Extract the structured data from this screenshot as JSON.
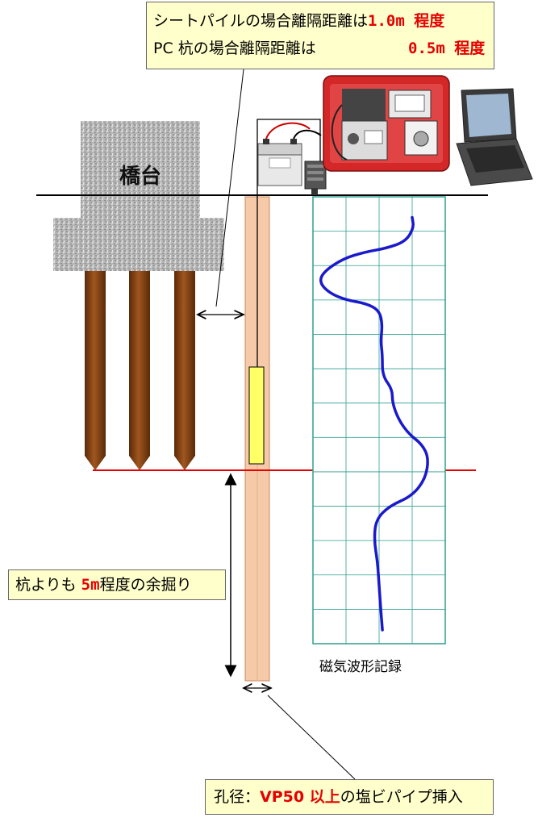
{
  "top_callout": {
    "line1_prefix": "シートパイルの場合離隔距離は",
    "line1_value": "1.0m 程度",
    "line2_prefix": "PC 杭の場合離隔距離は",
    "line2_value": "0.5m 程度"
  },
  "abutment_label": "橋台",
  "depth_callout": {
    "prefix": "杭よりも",
    "value": "5m",
    "suffix": "程度の余掘り"
  },
  "chart_caption": "磁気波形記録",
  "bottom_callout": {
    "prefix": "孔径：",
    "value": "VP50 以上",
    "suffix": "の塩ビパイプ挿入"
  },
  "colors": {
    "accent_red": "#e60000",
    "waveform_blue": "#1a1acc",
    "grid_teal": "#2e9f8f",
    "pile_brown": "#8b4513",
    "pipe_peach": "#f6c9a8",
    "sensor_yellow": "#ffff66",
    "callout_bg": "#ffffcc"
  },
  "chart_data": {
    "type": "line",
    "title": "",
    "xlabel": "",
    "ylabel": "",
    "grid": true,
    "xlim": [
      0,
      4
    ],
    "ylim": [
      0,
      13
    ],
    "grid_cols": 4,
    "grid_rows": 13,
    "series": [
      {
        "points": [
          [
            3.0,
            0.6
          ],
          [
            3.05,
            0.9
          ],
          [
            2.8,
            1.3
          ],
          [
            2.2,
            1.5
          ],
          [
            1.6,
            1.6
          ],
          [
            0.9,
            1.8
          ],
          [
            0.3,
            2.2
          ],
          [
            0.2,
            2.5
          ],
          [
            0.5,
            2.8
          ],
          [
            1.0,
            3.0
          ],
          [
            1.6,
            3.1
          ],
          [
            2.0,
            3.3
          ],
          [
            2.1,
            3.7
          ],
          [
            2.05,
            4.2
          ],
          [
            2.1,
            4.6
          ],
          [
            2.1,
            5.2
          ],
          [
            2.4,
            5.6
          ],
          [
            2.4,
            6.0
          ],
          [
            2.6,
            6.5
          ],
          [
            2.9,
            6.9
          ],
          [
            3.3,
            7.2
          ],
          [
            3.5,
            7.6
          ],
          [
            3.4,
            8.2
          ],
          [
            3.0,
            8.7
          ],
          [
            2.3,
            9.0
          ],
          [
            1.9,
            9.4
          ],
          [
            1.85,
            10.0
          ],
          [
            1.95,
            10.6
          ],
          [
            2.0,
            11.3
          ],
          [
            2.05,
            12.0
          ],
          [
            2.1,
            12.6
          ]
        ]
      }
    ]
  }
}
